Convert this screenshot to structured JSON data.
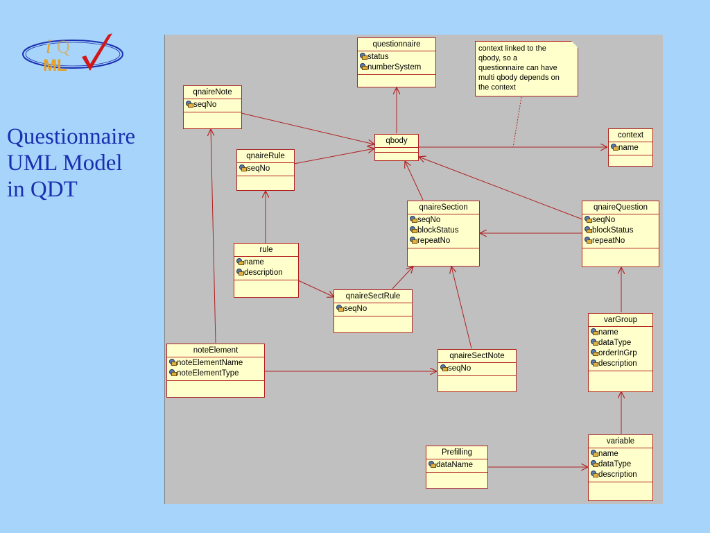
{
  "slide": {
    "title_lines": [
      "Questionnaire",
      "UML Model",
      "in QDT"
    ]
  },
  "logo": {
    "letters_i": "i",
    "letters_q": "Q",
    "letters_ml": "ML",
    "icon": "checkmark-icon"
  },
  "classes": {
    "questionnaire": {
      "name": "questionnaire",
      "attrs": [
        "status",
        "numberSystem"
      ]
    },
    "qnaireNote": {
      "name": "qnaireNote",
      "attrs": [
        "seqNo"
      ]
    },
    "qbody": {
      "name": "qbody",
      "attrs": []
    },
    "context": {
      "name": "context",
      "attrs": [
        "name"
      ]
    },
    "qnaireRule": {
      "name": "qnaireRule",
      "attrs": [
        "seqNo"
      ]
    },
    "qnaireSection": {
      "name": "qnaireSection",
      "attrs": [
        "seqNo",
        "blockStatus",
        "repeatNo"
      ]
    },
    "qnaireQuestion": {
      "name": "qnaireQuestion",
      "attrs": [
        "seqNo",
        "blockStatus",
        "repeatNo"
      ]
    },
    "rule": {
      "name": "rule",
      "attrs": [
        "name",
        "description"
      ]
    },
    "qnaireSectRule": {
      "name": "qnaireSectRule",
      "attrs": [
        "seqNo"
      ]
    },
    "noteElement": {
      "name": "noteElement",
      "attrs": [
        "noteElementName",
        "noteElementType"
      ]
    },
    "qnaireSectNote": {
      "name": "qnaireSectNote",
      "attrs": [
        "seqNo"
      ]
    },
    "varGroup": {
      "name": "varGroup",
      "attrs": [
        "name",
        "dataType",
        "orderInGrp",
        "description"
      ]
    },
    "Prefilling": {
      "name": "Prefilling",
      "attrs": [
        "dataName"
      ]
    },
    "variable": {
      "name": "variable",
      "attrs": [
        "name",
        "dataType",
        "description"
      ]
    }
  },
  "note": {
    "lines": [
      "context linked to the",
      "qbody, so a",
      "questionnaire can have",
      "multi qbody depends on",
      "the context"
    ]
  }
}
